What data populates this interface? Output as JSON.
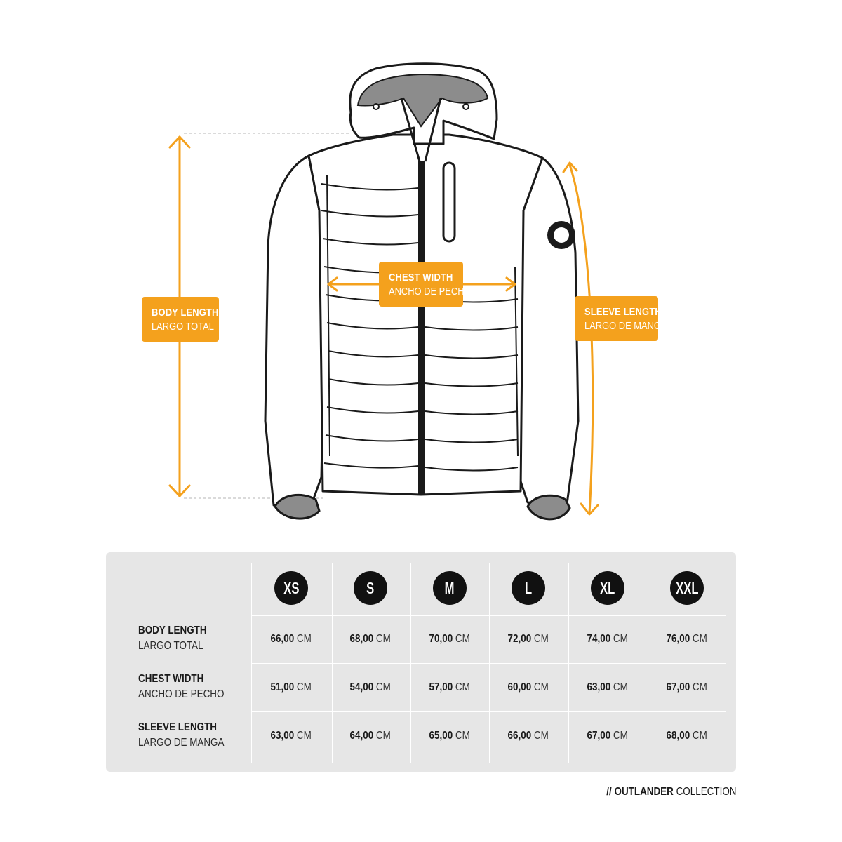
{
  "callouts": {
    "body": {
      "en": "BODY LENGTH",
      "es": "LARGO TOTAL"
    },
    "chest": {
      "en": "CHEST WIDTH",
      "es": "ANCHO DE PECHO"
    },
    "sleeve": {
      "en": "SLEEVE LENGTH",
      "es": "LARGO DE MANGA"
    }
  },
  "accent_color": "#f4a11d",
  "sizes": [
    "XS",
    "S",
    "M",
    "L",
    "XL",
    "XXL"
  ],
  "rows": [
    {
      "en": "BODY LENGTH",
      "es": "LARGO TOTAL",
      "values": [
        "66,00",
        "68,00",
        "70,00",
        "72,00",
        "74,00",
        "76,00"
      ]
    },
    {
      "en": "CHEST WIDTH",
      "es": "ANCHO DE PECHO",
      "values": [
        "51,00",
        "54,00",
        "57,00",
        "60,00",
        "63,00",
        "67,00"
      ]
    },
    {
      "en": "SLEEVE LENGTH",
      "es": "LARGO DE MANGA",
      "values": [
        "63,00",
        "64,00",
        "65,00",
        "66,00",
        "67,00",
        "68,00"
      ]
    }
  ],
  "unit": "CM",
  "footer": {
    "prefix": "//",
    "brand": "OUTLANDER",
    "suffix": "COLLECTION"
  }
}
